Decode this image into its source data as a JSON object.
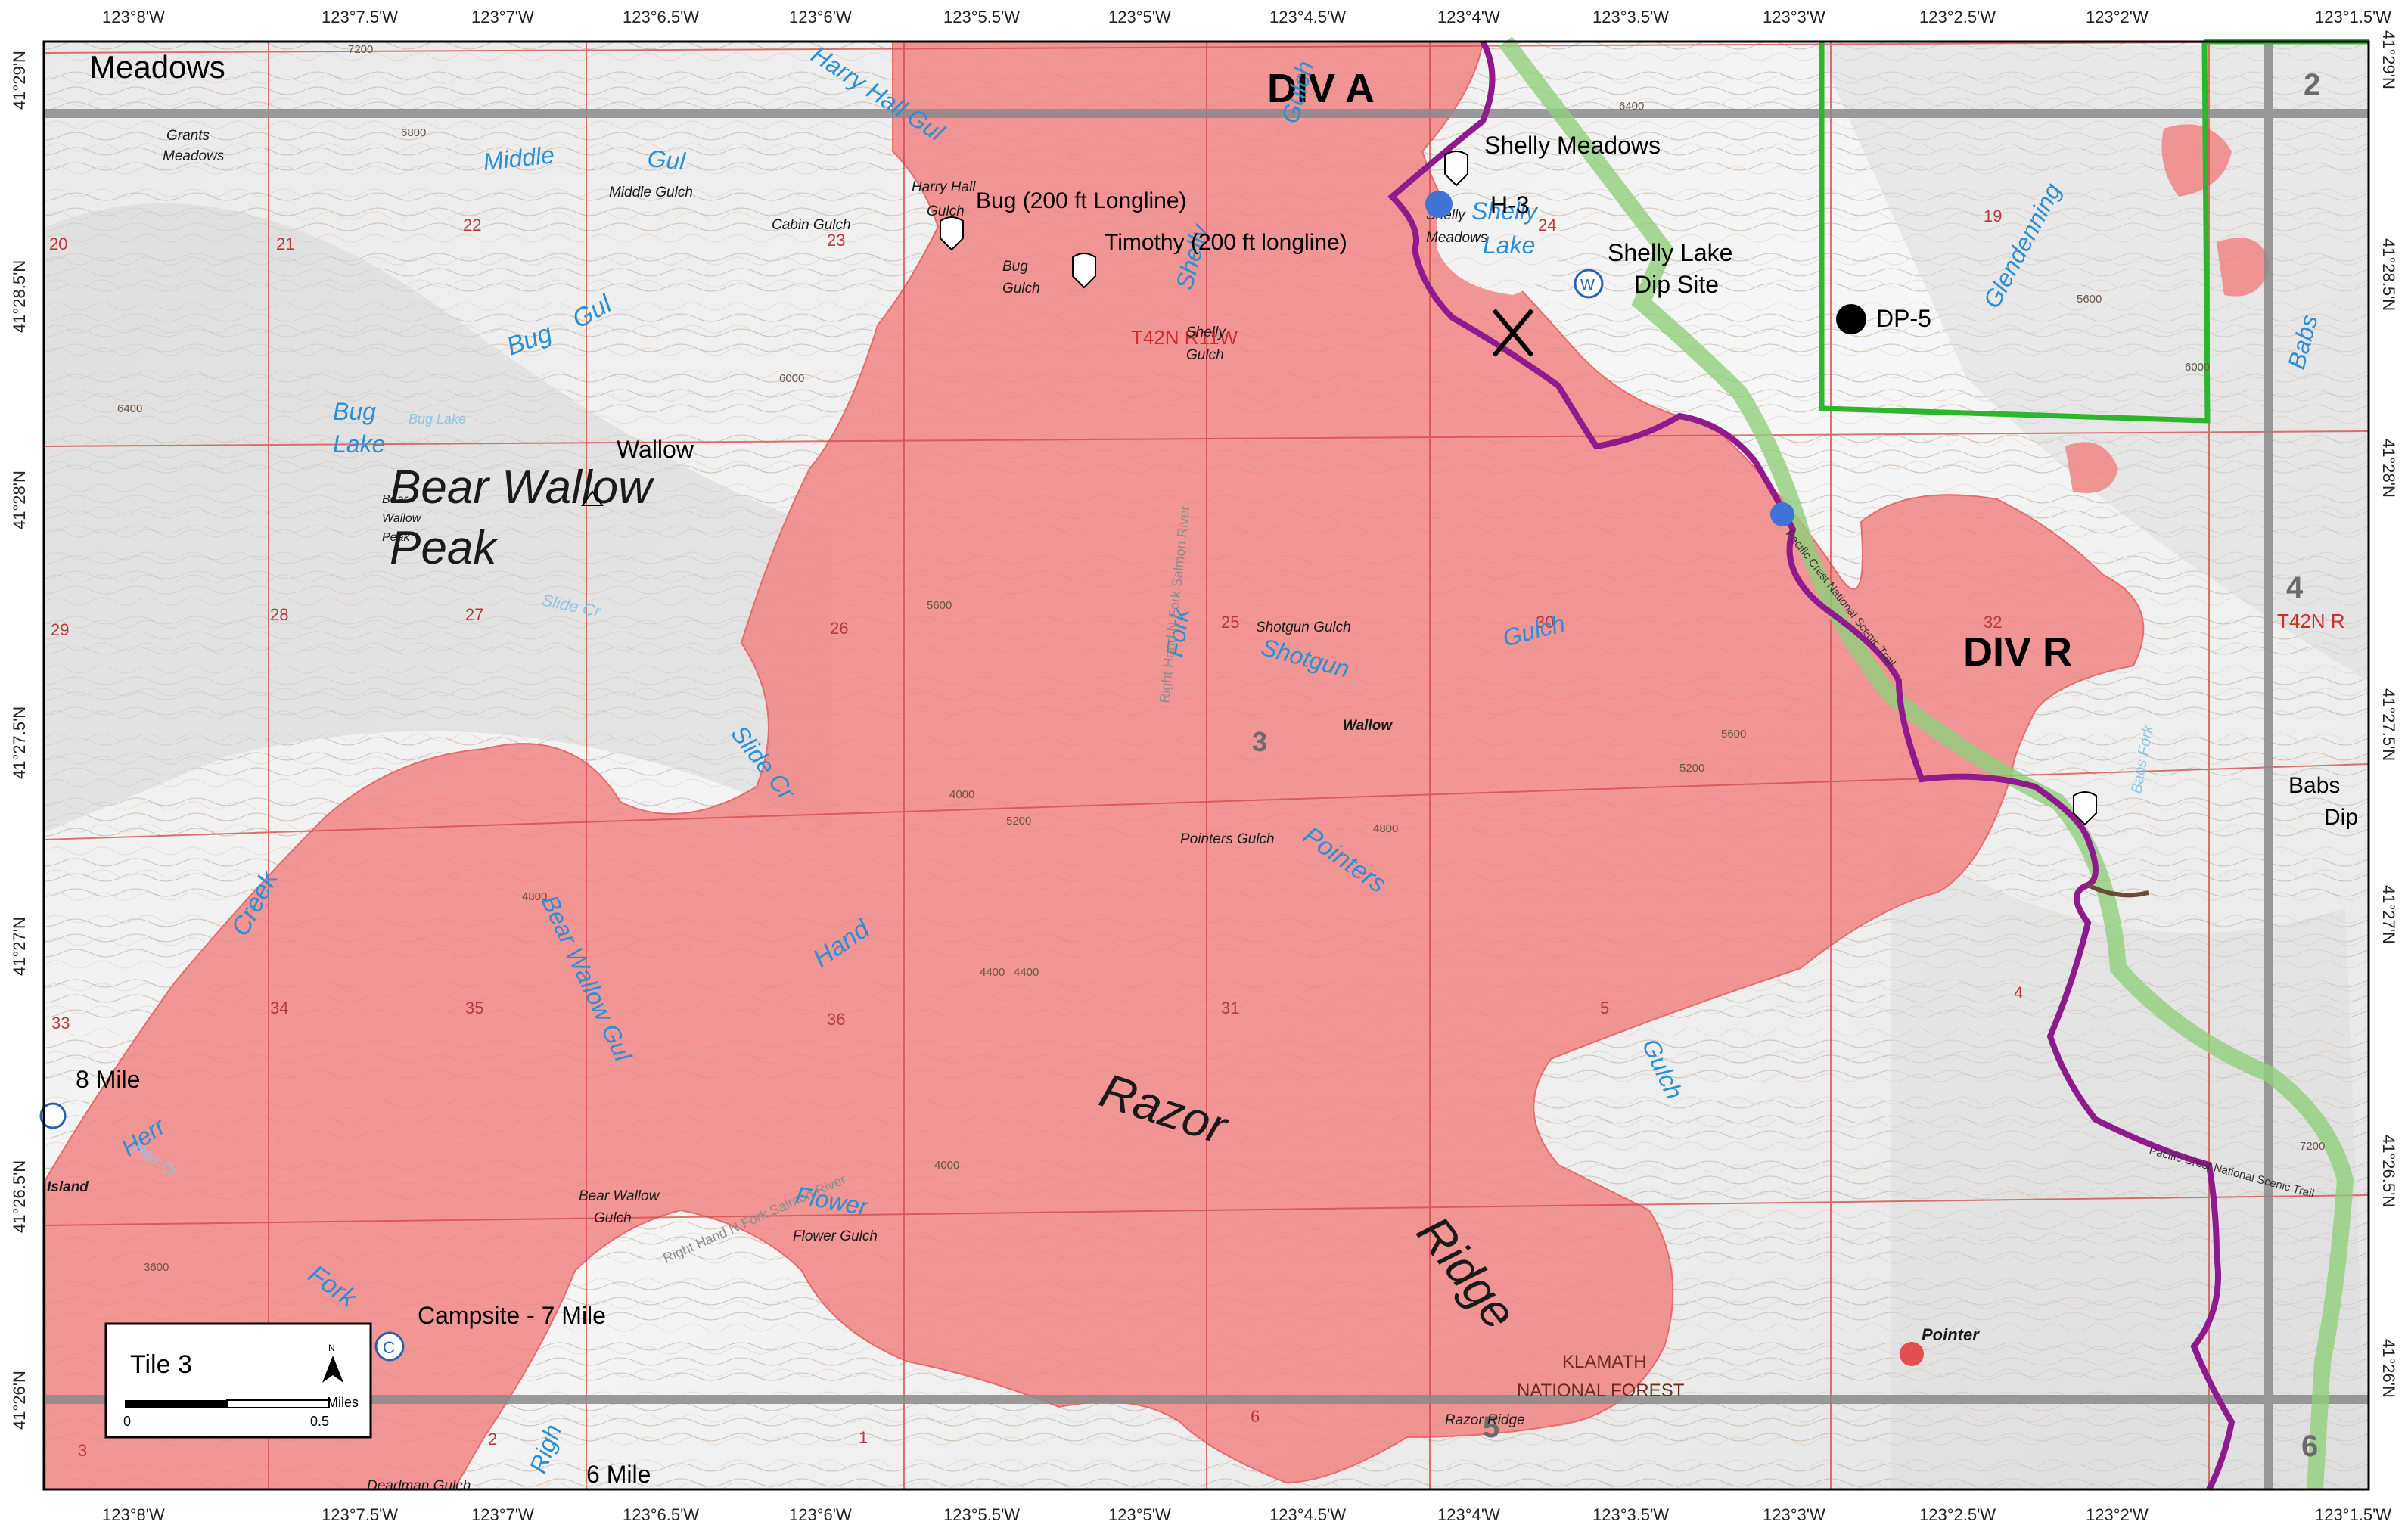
{
  "map": {
    "title_tile": "Tile 3",
    "scale_bar": {
      "unit_label": "Miles",
      "tick_0": "0",
      "tick_1": "0.5",
      "north": "N"
    },
    "lon_labels": [
      "123°8'W",
      "123°7.5'W",
      "123°7'W",
      "123°6.5'W",
      "123°6'W",
      "123°5.5'W",
      "123°5'W",
      "123°4.5'W",
      "123°4'W",
      "123°3.5'W",
      "123°3'W",
      "123°2.5'W",
      "123°2'W",
      "123°1.5'W"
    ],
    "lat_labels": [
      "41°29'N",
      "41°28.5'N",
      "41°28'N",
      "41°27.5'N",
      "41°27'N",
      "41°26.5'N",
      "41°26'N"
    ],
    "divisions": {
      "a": "DIV A",
      "r": "DIV R"
    },
    "tiles": {
      "t2": "2",
      "t3": "3",
      "t4": "4",
      "t5": "5",
      "t6": "6"
    },
    "sections": [
      "20",
      "21",
      "22",
      "23",
      "24",
      "19",
      "29",
      "28",
      "27",
      "26",
      "25",
      "30",
      "32",
      "33",
      "34",
      "35",
      "36",
      "31",
      "5",
      "4",
      "3",
      "2",
      "1",
      "6"
    ],
    "township": "T42N R11W",
    "township_right": "T42N R",
    "peaks": {
      "bear_wallow_1": "Bear Wallow",
      "bear_wallow_2": "Peak",
      "razor": "Razor",
      "ridge": "Ridge"
    },
    "small_places": {
      "grants": "Grants",
      "meadows_s": "Meadows",
      "middle_gulch": "Middle Gulch",
      "cabin_gulch": "Cabin Gulch",
      "harry_hall": "Harry Hall",
      "gulch": "Gulch",
      "bug_gulch": "Bug",
      "shelly_gulch": "Shelly",
      "shelly_meadows_s": "Shelly",
      "shotgun_gulch": "Shotgun Gulch",
      "pointers_gulch": "Pointers Gulch",
      "bear_wallow_gulch": "Bear Wallow",
      "flower_gulch": "Flower Gulch",
      "deadman_gulch": "Deadman Gulch",
      "razor_ridge_s": "Razor Ridge",
      "wallow_red": "Wallow",
      "island": "Island",
      "pointer": "Pointer",
      "bear_wallow_peak_s1": "Bear",
      "bear_wallow_peak_s2": "Wallow",
      "bear_wallow_peak_s3": "Peak",
      "klamath1": "KLAMATH",
      "klamath2": "NATIONAL FOREST"
    },
    "hydro": {
      "harry_hall_gul": "Harry Hall Gul",
      "middle": "Middle",
      "gul": "Gul",
      "bug": "Bug",
      "bug_gul": "Gul",
      "bug_lake_1": "Bug",
      "bug_lake_2": "Lake",
      "bug_lake_small": "Bug Lake",
      "slide_cr_small": "Slide Cr",
      "slide_cr": "Slide Cr",
      "creek": "Creek",
      "bear_wallow_gul": "Bear Wallow Gul",
      "hand": "Hand",
      "pointers": "Pointers",
      "shotgun": "Shotgun",
      "gulch2": "Gulch",
      "fork": "Fork",
      "fork2": "Fork",
      "flower": "Flower",
      "gulch3": "Gulch",
      "righ": "Righ",
      "shelly": "Shelly",
      "shelly_lake_1": "Shelly",
      "shelly_lake_2": "Lake",
      "glendenning": "Glendenning",
      "babs": "Babs",
      "babs_fork": "Babs Fork",
      "herr": "Herr",
      "herr_cr": "Herr Cr",
      "gulch_top": "Gulch",
      "right_hand": "Right Hand N Fork Salmon River",
      "right_hand2": "Right Hand N Fork Salmon River"
    },
    "pois": {
      "meadows": "Meadows",
      "shelly_meadows": "Shelly Meadows",
      "h3": "H-3",
      "bug_longline": "Bug (200 ft Longline)",
      "timothy_longline": "Timothy (200 ft longline)",
      "shelly_lake_dip_1": "Shelly Lake",
      "shelly_lake_dip_2": "Dip Site",
      "dp5": "DP-5",
      "wallow": "Wallow",
      "eight_mile": "8 Mile",
      "campsite": "Campsite - 7 Mile",
      "six_mile": "6 Mile",
      "babs_dip_1": "Babs",
      "babs_dip_2": "Dip",
      "dip_symbol": "W",
      "camp_symbol": "C"
    },
    "trail_label": "Pacific Crest National Scenic Trail",
    "contour_labels": [
      "7200",
      "6800",
      "6400",
      "6000",
      "5600",
      "5200",
      "4800",
      "4400",
      "4000",
      "3600",
      "7200",
      "6000",
      "5600",
      "5200",
      "4800",
      "4400",
      "4000",
      "6400",
      "5600"
    ],
    "colors": {
      "fire": "#f08484",
      "division_line": "#8e1a8e",
      "green_line": "#2db52d",
      "pct_buffer": "#8fd07a",
      "grid_gray": "#8a8a8a",
      "section_red": "#d04848",
      "hydro": "#2c8fd6",
      "h3_dot": "#3d74d6",
      "dp5_dot": "#000000",
      "pointer_dot": "#e34f4f"
    }
  }
}
